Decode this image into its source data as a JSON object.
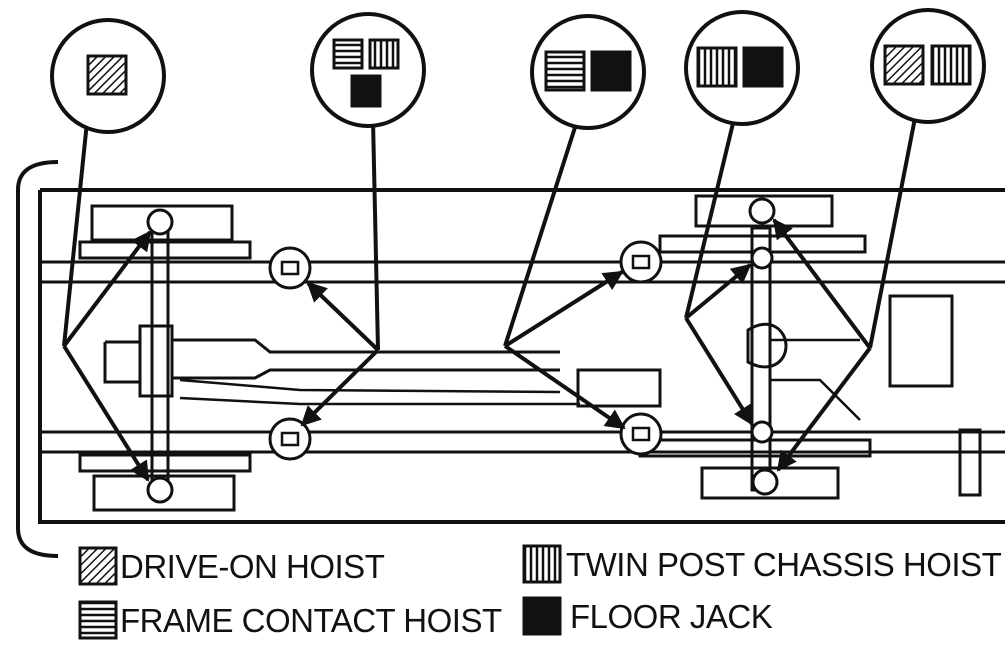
{
  "legend": {
    "drive_on": "DRIVE-ON HOIST",
    "twin_post": "TWIN POST CHASSIS HOIST",
    "frame_contact": "FRAME CONTACT HOIST",
    "floor_jack": "FLOOR JACK"
  },
  "lift_point_callouts": [
    {
      "position": "front lift points (front corners)",
      "symbols": [
        "drive-on-hoist"
      ]
    },
    {
      "position": "front frame contact points",
      "symbols": [
        "frame-contact-hoist",
        "twin-post-chassis-hoist",
        "floor-jack"
      ]
    },
    {
      "position": "rear frame contact points",
      "symbols": [
        "frame-contact-hoist",
        "floor-jack"
      ]
    },
    {
      "position": "rear axle points",
      "symbols": [
        "twin-post-chassis-hoist",
        "floor-jack"
      ]
    },
    {
      "position": "rear lift points (rear corners)",
      "symbols": [
        "drive-on-hoist",
        "twin-post-chassis-hoist"
      ]
    }
  ],
  "colors": {
    "ink": "#111111",
    "paper": "#ffffff"
  }
}
